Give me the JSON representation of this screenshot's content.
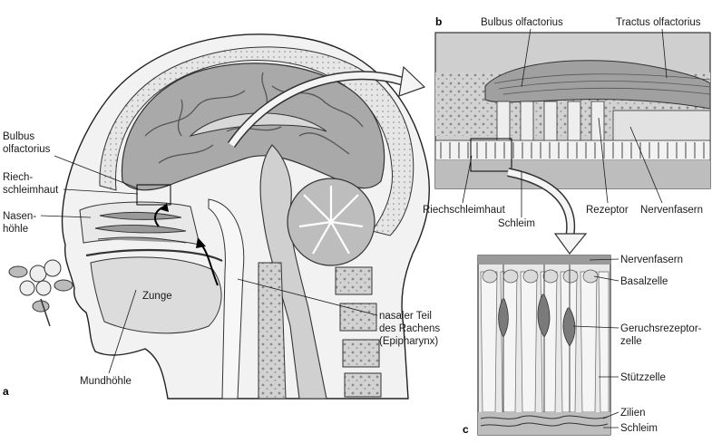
{
  "panel_a": {
    "letter": "a",
    "labels": {
      "bulbus_line1": "Bulbus",
      "bulbus_line2": "olfactorius",
      "riech_line1": "Riech-",
      "riech_line2": "schleimhaut",
      "nasen_line1": "Nasen-",
      "nasen_line2": "höhle",
      "zunge": "Zunge",
      "mundhoehle": "Mundhöhle",
      "rachen_line1": "nasaler Teil",
      "rachen_line2": "des Rachens",
      "rachen_line3": "(Epipharynx)"
    }
  },
  "panel_b": {
    "letter": "b",
    "labels": {
      "bulbus": "Bulbus olfactorius",
      "tractus": "Tractus olfactorius",
      "riechschleimhaut": "Riechschleimhaut",
      "schleim": "Schleim",
      "rezeptor": "Rezeptor",
      "nervenfasern": "Nervenfasern"
    }
  },
  "panel_c": {
    "letter": "c",
    "labels": {
      "nervenfasern": "Nervenfasern",
      "basalzelle": "Basalzelle",
      "geruch_line1": "Geruchsrezeptor-",
      "geruch_line2": "zelle",
      "stuetzzelle": "Stützzelle",
      "zilien": "Zilien",
      "schleim": "Schleim"
    }
  }
}
